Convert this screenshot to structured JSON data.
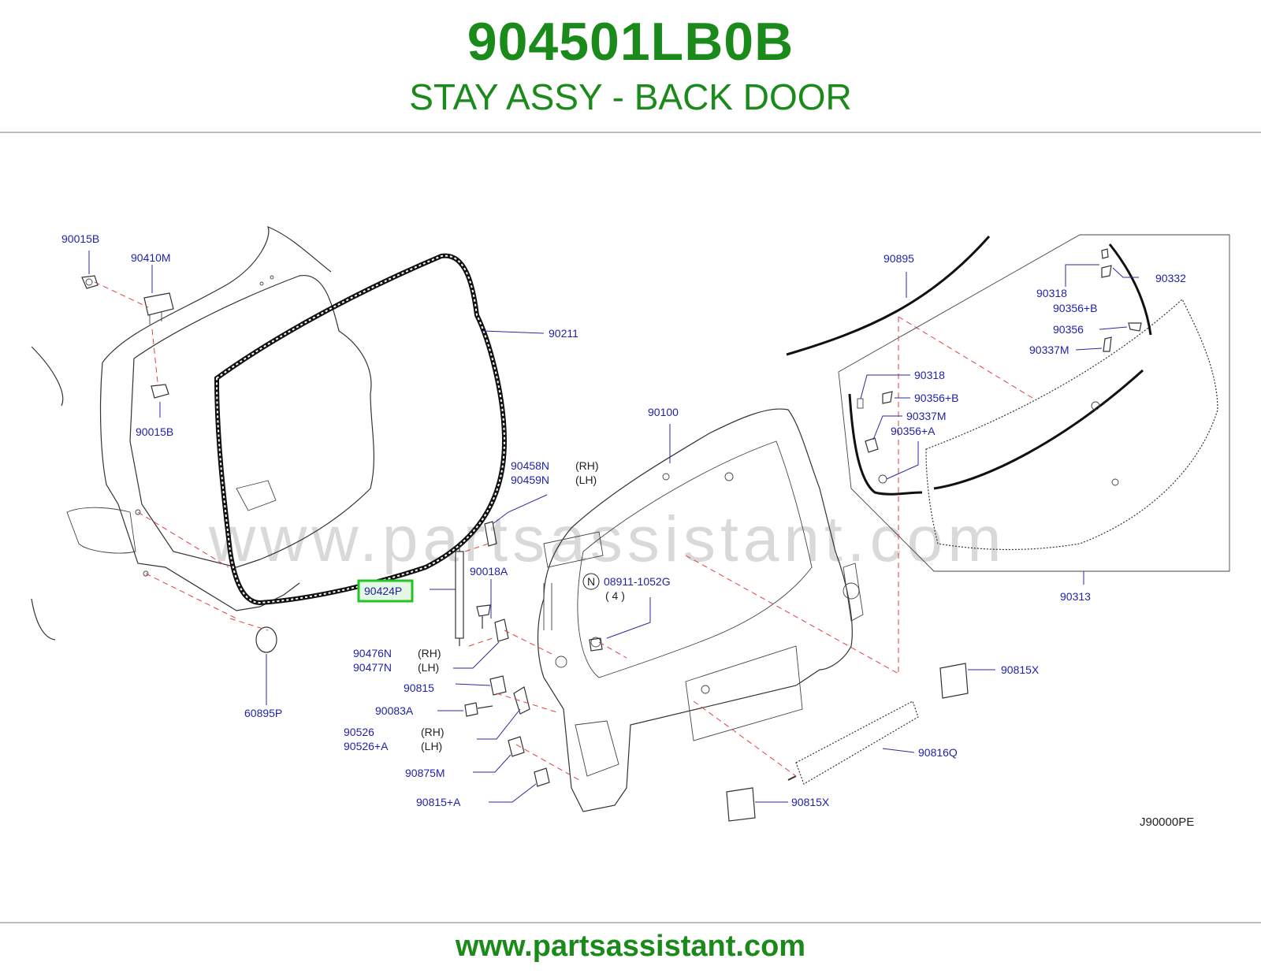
{
  "header": {
    "part_number": "904501LB0B",
    "part_name": "STAY ASSY - BACK DOOR"
  },
  "footer": {
    "url": "www.partsassistant.com"
  },
  "diagram": {
    "watermark": "www.partsassistant.com",
    "code": "J90000PE",
    "highlight_label": "90424P",
    "labels": {
      "l90015B_top": "90015B",
      "l90410M": "90410M",
      "l90015B_bottom": "90015B",
      "l90211": "90211",
      "l90458N": "90458N",
      "l90458N_side": "(RH)",
      "l90459N": "90459N",
      "l90459N_side": "(LH)",
      "l90018A": "90018A",
      "l08911": "08911-1052G",
      "l08911_qty": "( 4 )",
      "l08911_mark": "N",
      "l90476N": "90476N",
      "l90476N_side": "(RH)",
      "l90477N": "90477N",
      "l90477N_side": "(LH)",
      "l90815": "90815",
      "l90083A": "90083A",
      "l90526": "90526",
      "l90526_side": "(RH)",
      "l90526A": "90526+A",
      "l90526A_side": "(LH)",
      "l90875M": "90875M",
      "l90815A": "90815+A",
      "l60895P": "60895P",
      "l90100": "90100",
      "l90895": "90895",
      "l90318_top": "90318",
      "l90332": "90332",
      "l90356B_top": "90356+B",
      "l90356": "90356",
      "l90337M_top": "90337M",
      "l90318_mid": "90318",
      "l90356B_mid": "90356+B",
      "l90337M_mid": "90337M",
      "l90356A": "90356+A",
      "l90313": "90313",
      "l90815X_right": "90815X",
      "l90816Q": "90816Q",
      "l90815X_bottom": "90815X"
    }
  }
}
